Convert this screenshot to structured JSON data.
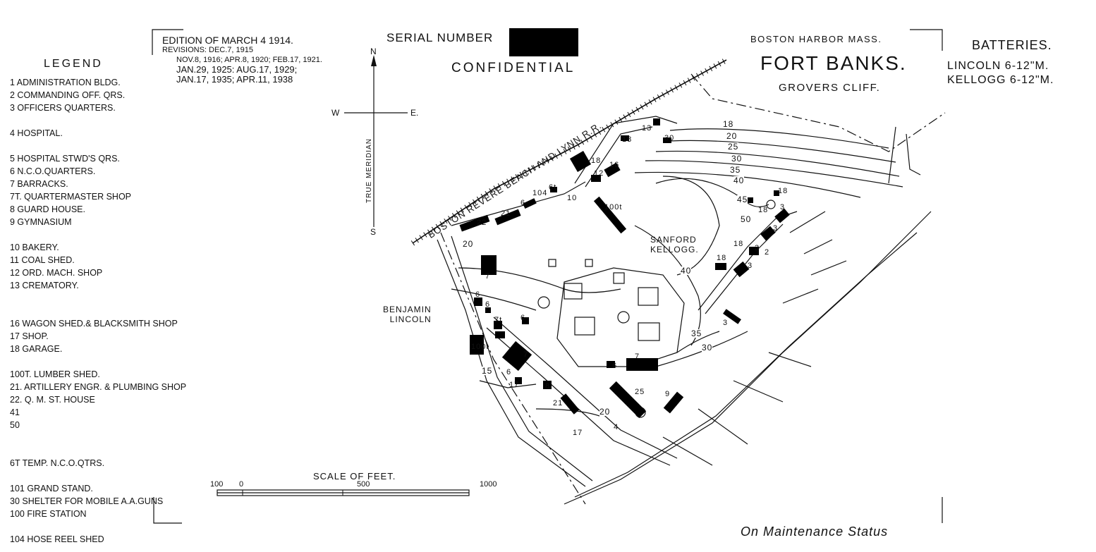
{
  "header": {
    "edition": "EDITION OF MARCH 4 1914.",
    "revisions": [
      "REVISIONS: DEC.7, 1915",
      "NOV.8, 1916; APR.8, 1920; FEB.17, 1921.",
      "JAN.29, 1925: AUG.17, 1929;",
      "JAN.17, 1935; APR.11, 1938"
    ],
    "serial_label": "SERIAL NUMBER",
    "classification": "CONFIDENTIAL",
    "location": "BOSTON HARBOR MASS.",
    "title": "FORT BANKS.",
    "subtitle": "GROVERS CLIFF."
  },
  "batteries": {
    "title": "BATTERIES.",
    "items": [
      "LINCOLN  6-12\"M.",
      "KELLOGG  6-12\"M."
    ]
  },
  "legend": {
    "title": "LEGEND",
    "items": [
      "1 ADMINISTRATION BLDG.",
      "2 COMMANDING OFF. QRS.",
      "3 OFFICERS QUARTERS.",
      "",
      "4 HOSPITAL.",
      "",
      "5 HOSPITAL STWD'S QRS.",
      "6 N.C.O.QUARTERS.",
      "7 BARRACKS.",
      "7t. QUARTERMASTER SHOP",
      "8 GUARD HOUSE.",
      "9 GYMNASIUM",
      "",
      "10 BAKERY.",
      "11 COAL SHED.",
      "12 ORD. MACH. SHOP",
      "13 CREMATORY.",
      "",
      "",
      "16 WAGON SHED.& BLACKSMITH SHOP",
      "17 SHOP.",
      "18 GARAGE.",
      "",
      "100t. LUMBER SHED.",
      " 21. ARTILLERY ENGR. & PLUMBING SHOP",
      "22. Q. M. ST. HOUSE",
      "41",
      "50",
      "",
      "",
      "6t TEMP. N.C.O.QTRS.",
      "",
      "101 GRAND STAND.",
      " 30 SHELTER FOR MOBILE A.A.GUNS",
      "100 FIRE STATION",
      "",
      "104 HOSE REEL SHED"
    ]
  },
  "compass": {
    "n": "N",
    "s": "S",
    "e": "E.",
    "w": "W",
    "meridian": "TRUE MERIDIAN"
  },
  "scale": {
    "title": "SCALE OF FEET.",
    "ticks": [
      "100",
      "0",
      "500",
      "1000"
    ]
  },
  "map_labels": {
    "railroad": "BOSTON REVERE BEACH AND LYNN R.R.",
    "sanford_kellogg": [
      "SANFORD",
      "KELLOGG."
    ],
    "benjamin_lincoln": [
      "BENJAMIN",
      "LINCOLN"
    ],
    "contours": [
      "18",
      "20",
      "25",
      "30",
      "35",
      "40",
      "45",
      "50",
      "40",
      "35",
      "30",
      "20",
      "15",
      "20"
    ],
    "buildings": [
      "22",
      "21",
      "6",
      "104",
      "6t",
      "10",
      "18",
      "12",
      "16",
      "18",
      "13",
      "30",
      "100t",
      "7",
      "6",
      "6",
      "7t",
      "6",
      "100t",
      "7",
      "6",
      "17",
      "8",
      "21",
      "17",
      "6",
      "7",
      "4",
      "25",
      "9",
      "3",
      "3",
      "3",
      "3",
      "2",
      "18",
      "18",
      "18",
      "18",
      "3"
    ]
  },
  "footer": {
    "status": "On Maintenance Status"
  }
}
